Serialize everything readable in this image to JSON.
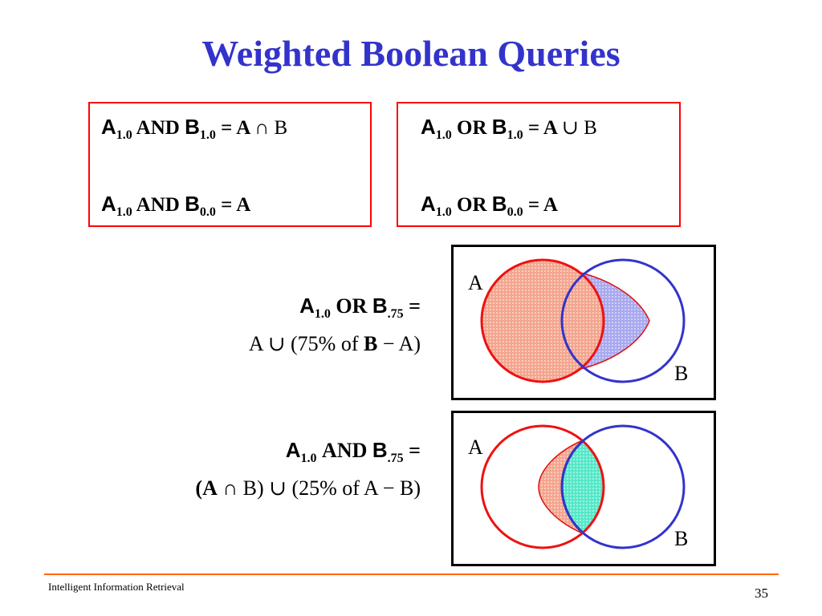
{
  "title": "Weighted Boolean Queries",
  "and_box": {
    "line1": {
      "a": "A",
      "a_sub": "1.0",
      "op": "AND",
      "b": "B",
      "b_sub": "1.0",
      "rest": "= A",
      "set_sym": "∩",
      "tail": "B"
    },
    "line2": {
      "a": "A",
      "a_sub": "1.0",
      "op": "AND",
      "b": "B",
      "b_sub": "0.0",
      "rest": "= A"
    }
  },
  "or_box": {
    "line1": {
      "a": "A",
      "a_sub": "1.0",
      "op": "OR",
      "b": "B",
      "b_sub": "1.0",
      "rest": "= A",
      "set_sym": "∪",
      "tail": "B"
    },
    "line2": {
      "a": "A",
      "a_sub": "1.0",
      "op": "OR",
      "b": "B",
      "b_sub": "0.0",
      "rest": "= A"
    }
  },
  "or_weighted": {
    "head": {
      "a": "A",
      "a_sub": "1.0",
      "op": "OR",
      "b": "B",
      "b_sub": ".75",
      "eq": "="
    },
    "body": {
      "p1": "A",
      "sym": "∪",
      "p2": "(75% of",
      "b": "B",
      "p3": "− A)"
    }
  },
  "and_weighted": {
    "head": {
      "a": "A",
      "a_sub": "1.0",
      "op": "AND",
      "b": "B",
      "b_sub": ".75",
      "eq": "="
    },
    "body": {
      "p0": "(",
      "a": "A",
      "sym": "∩",
      "p1": "B)",
      "sym2": "∪",
      "p2": "(25% of  A − B)"
    }
  },
  "venn_or": {
    "label_a": "A",
    "label_b": "B"
  },
  "venn_and": {
    "label_a": "A",
    "label_b": "B"
  },
  "colors": {
    "title": "#3333cc",
    "circle_a": "#ee1111",
    "circle_b": "#3333cc",
    "fill_a": "#f4a58e",
    "fill_b_part": "#a9a9f0",
    "fill_intersection": "#55e8c8",
    "footer_rule": "#ff6600"
  },
  "footer": {
    "text": "Intelligent Information Retrieval",
    "page": "35"
  }
}
